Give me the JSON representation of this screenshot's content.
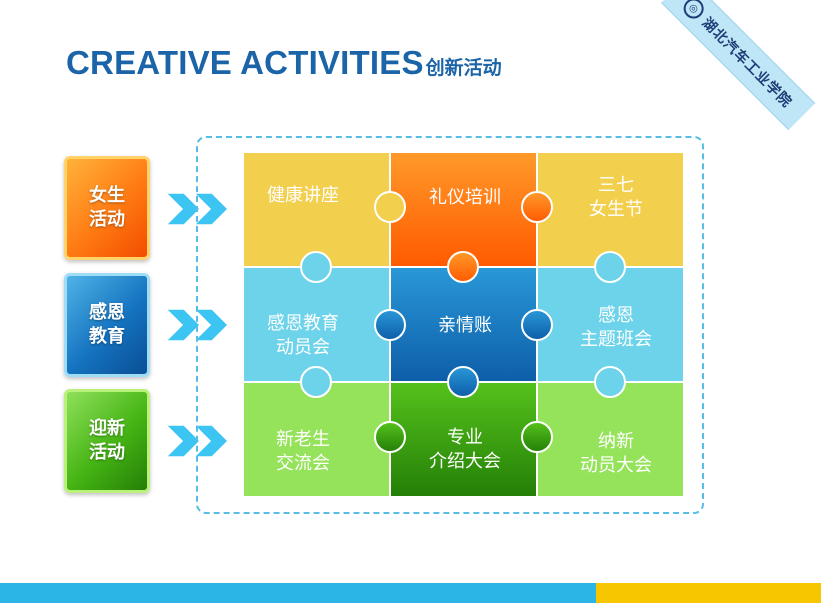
{
  "title": {
    "en": "CREATIVE ACTIVITIES",
    "cn": "创新活动"
  },
  "school": "湖北汽车工业学院",
  "categories": [
    {
      "label": "女生\n活动",
      "color": "orange"
    },
    {
      "label": "感恩\n教育",
      "color": "blue"
    },
    {
      "label": "迎新\n活动",
      "color": "green"
    }
  ],
  "grid": {
    "rows": [
      [
        {
          "label": "健康讲座",
          "color": "#f2cf4c"
        },
        {
          "label": "礼仪培训",
          "color": "#ff6c12"
        },
        {
          "label": "三七\n女生节",
          "color": "#f2cf4c"
        }
      ],
      [
        {
          "label": "感恩教育\n动员会",
          "color": "#6dd3ea"
        },
        {
          "label": "亲情账",
          "color": "#1a78c2"
        },
        {
          "label": "感恩\n主题班会",
          "color": "#6dd3ea"
        }
      ],
      [
        {
          "label": "新老生\n交流会",
          "color": "#95e35a"
        },
        {
          "label": "专业\n介绍大会",
          "color": "#3da512"
        },
        {
          "label": "纳新\n动员大会",
          "color": "#95e35a"
        }
      ]
    ]
  },
  "colors": {
    "title": "#1b64a8",
    "arrow": "#3cc4f2",
    "frame": "#58bde6",
    "bottom_blue": "#2bb5e6",
    "bottom_yellow": "#f7c600"
  }
}
